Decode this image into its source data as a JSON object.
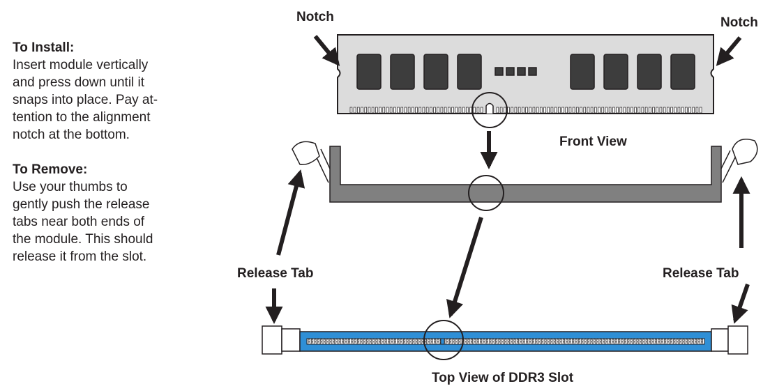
{
  "instructions": {
    "install": {
      "heading": "To Install:",
      "body": "Insert module vertically\nand press down until it\nsnaps into place. Pay at-\ntention to the alignment\nnotch at the bottom."
    },
    "remove": {
      "heading": "To Remove:",
      "body": "Use your thumbs to\ngently push the release\ntabs near both ends of\nthe module. This should\nrelease it from the slot."
    }
  },
  "labels": {
    "notch_left": "Notch",
    "notch_right": "Notch",
    "front_view": "Front View",
    "release_tab_left": "Release Tab",
    "release_tab_right": "Release Tab",
    "top_view": "Top View of DDR3 Slot"
  },
  "colors": {
    "module_fill": "#dcdcdc",
    "chip_fill": "#3d3d3d",
    "slot_side_fill": "#808080",
    "slot_top_fill": "#2f8fd6",
    "outline": "#231f20"
  }
}
